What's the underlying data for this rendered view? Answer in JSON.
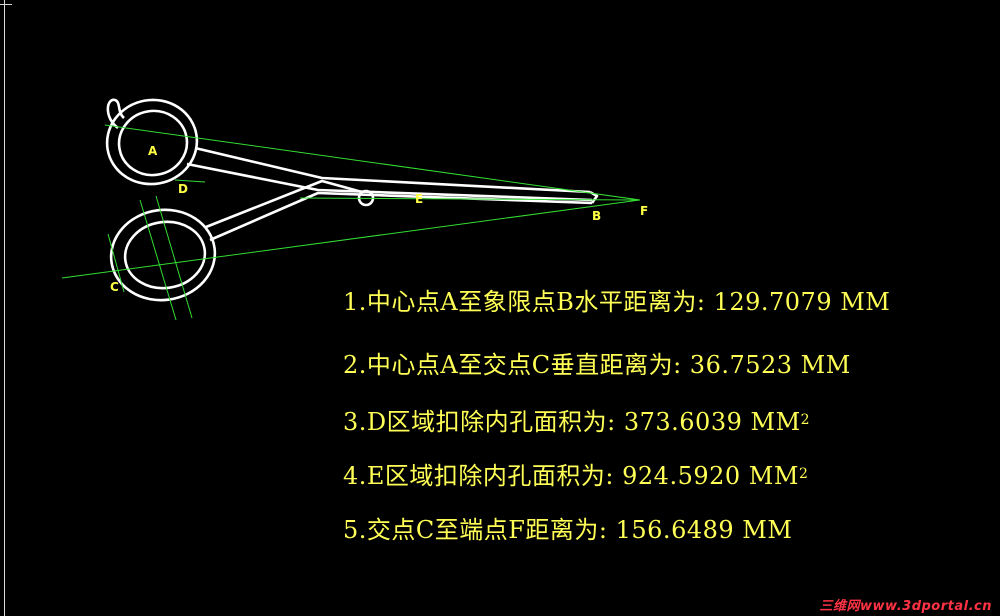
{
  "points": {
    "A": "A",
    "B": "B",
    "C": "C",
    "D": "D",
    "E": "E",
    "F": "F"
  },
  "results": [
    {
      "text": "1.中心点A至象限点B水平距离为: 129.7079 MM",
      "sup": ""
    },
    {
      "text": "2.中心点A至交点C垂直距离为: 36.7523 MM",
      "sup": ""
    },
    {
      "text": "3.D区域扣除内孔面积为: 373.6039 MM",
      "sup": "2"
    },
    {
      "text": "4.E区域扣除内孔面积为: 924.5920 MM",
      "sup": "2"
    },
    {
      "text": "5.交点C至端点F距离为: 156.6489 MM",
      "sup": ""
    }
  ],
  "colors": {
    "background": "#000000",
    "outline": "#ffffff",
    "construction": "#33dd33",
    "label": "#ffff44",
    "watermark": "#ff3344"
  },
  "watermark": "三维网www.3dportal.cn"
}
